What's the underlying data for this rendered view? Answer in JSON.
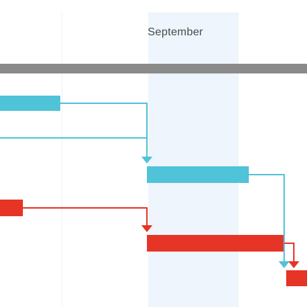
{
  "timeline": {
    "month_label": "September"
  },
  "colors": {
    "summary": "#8a8a8a",
    "cyan_task": "#4fc3d8",
    "red_task": "#e63426",
    "highlight": "#eef5fc",
    "grid": "#eef1f4"
  },
  "tasks": [
    {
      "id": "cyan-task-1",
      "color": "cyan"
    },
    {
      "id": "cyan-task-2",
      "color": "cyan"
    },
    {
      "id": "red-task-1",
      "color": "red"
    },
    {
      "id": "red-task-2",
      "color": "red"
    },
    {
      "id": "red-task-3",
      "color": "red"
    }
  ]
}
